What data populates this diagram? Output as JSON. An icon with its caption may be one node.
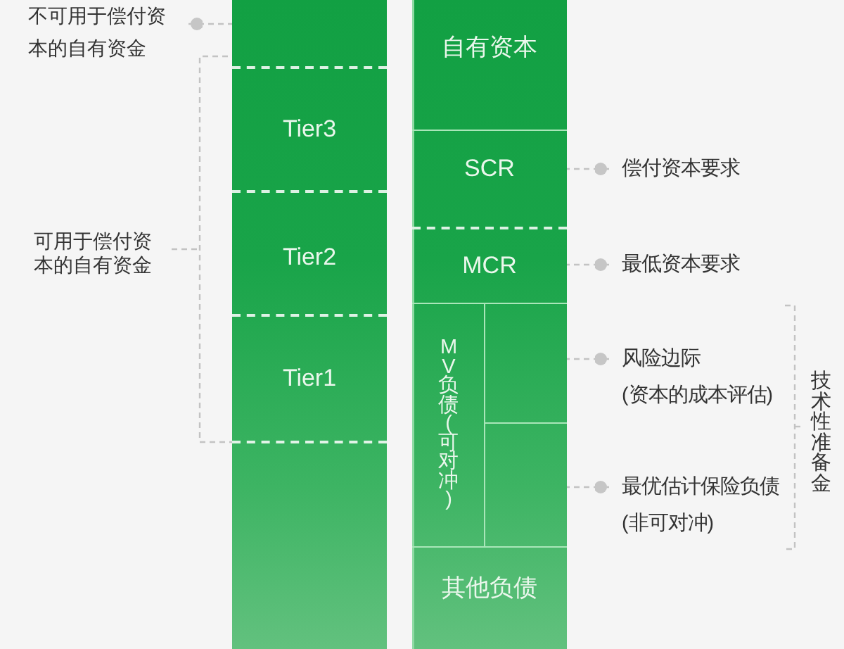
{
  "diagram": {
    "nodes": [
      {
        "text": [
          "不可用于偿付资本的自有资金"
        ]
      },
      {
        "text": [],
        "shape": "box"
      },
      {
        "text": [
          "Tier3"
        ]
      },
      {
        "text": [
          "Tier2"
        ]
      },
      {
        "text": [
          "Tier1"
        ]
      },
      {
        "text": [],
        "shape": "box"
      },
      {
        "text": [
          "自有资本"
        ]
      },
      {
        "text": [
          "SCR"
        ]
      },
      {
        "text": [
          "MCR"
        ]
      },
      {
        "text": [
          "MV 负债 (可对冲)"
        ]
      },
      {
        "text": [],
        "shape": "box"
      },
      {
        "text": [],
        "shape": "box"
      },
      {
        "text": [
          "其他负债"
        ]
      },
      {
        "text": [
          "偿付资本要求"
        ]
      },
      {
        "text": [
          "最低资本要求"
        ]
      },
      {
        "text": [
          "风险边际",
          "(资本的成本评估)"
        ]
      },
      {
        "text": [
          "最优估计保险负债",
          "(非可对冲)"
        ]
      }
    ],
    "edges": [
      {
        "from": 0,
        "to": 1,
        "arrow": "other",
        "style": "dashed"
      },
      {
        "from": 13,
        "to": 7,
        "arrow": "other",
        "style": "dashed"
      },
      {
        "from": 14,
        "to": 8,
        "arrow": "other",
        "style": "dashed"
      },
      {
        "from": 15,
        "to": 10,
        "arrow": "other",
        "style": "dashed"
      },
      {
        "from": 16,
        "to": 11,
        "arrow": "other",
        "style": "dashed"
      }
    ],
    "labels": [
      "可用于偿付资本的自有资金",
      "技术性准备金"
    ]
  }
}
